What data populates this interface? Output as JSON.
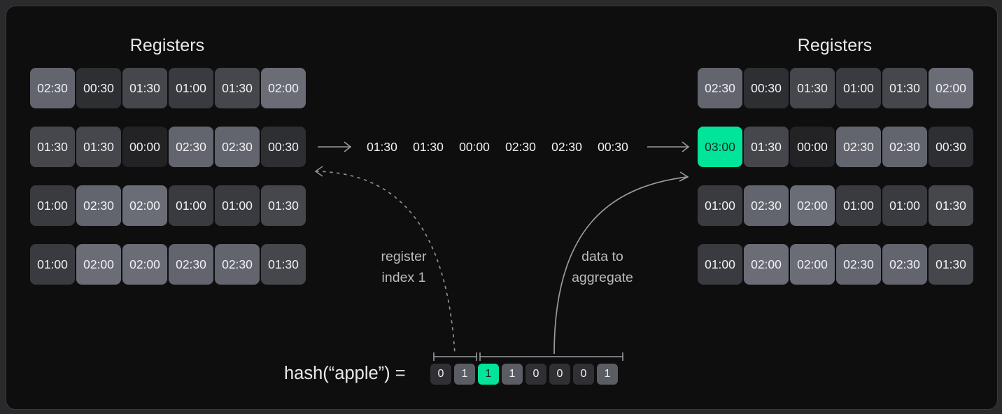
{
  "panel": {
    "background": "#0e0e0f",
    "accent": "#00e599"
  },
  "left_registers": {
    "title": "Registers",
    "rows": [
      [
        "02:30",
        "00:30",
        "01:30",
        "01:00",
        "01:30",
        "02:00"
      ],
      [
        "01:30",
        "01:30",
        "00:00",
        "02:30",
        "02:30",
        "00:30"
      ],
      [
        "01:00",
        "02:30",
        "02:00",
        "01:00",
        "01:00",
        "01:30"
      ],
      [
        "01:00",
        "02:00",
        "02:00",
        "02:30",
        "02:30",
        "01:30"
      ]
    ],
    "highlight": null
  },
  "right_registers": {
    "title": "Registers",
    "rows": [
      [
        "02:30",
        "00:30",
        "01:30",
        "01:00",
        "01:30",
        "02:00"
      ],
      [
        "03:00",
        "01:30",
        "00:00",
        "02:30",
        "02:30",
        "00:30"
      ],
      [
        "01:00",
        "02:30",
        "02:00",
        "01:00",
        "01:00",
        "01:30"
      ],
      [
        "01:00",
        "02:00",
        "02:00",
        "02:30",
        "02:30",
        "01:30"
      ]
    ],
    "highlight": {
      "row": 1,
      "col": 0,
      "value": "03:00",
      "color": "#00e599"
    }
  },
  "mid_row": {
    "values": [
      "01:30",
      "01:30",
      "00:00",
      "02:30",
      "02:30",
      "00:30"
    ]
  },
  "callouts": {
    "register_index": "register\nindex 1",
    "register_index_line1": "register",
    "register_index_line2": "index 1",
    "data_to_aggregate_line1": "data to",
    "data_to_aggregate_line2": "aggregate"
  },
  "hash": {
    "label": "hash(“apple”) =",
    "bits": [
      "0",
      "1",
      "1",
      "1",
      "0",
      "0",
      "0",
      "1"
    ],
    "highlight_index": 2,
    "index_bracket_bits": [
      0,
      1
    ],
    "data_bracket_bits": [
      2,
      3,
      4,
      5,
      6,
      7
    ]
  },
  "icons": {
    "arrow_right": "arrow-right-icon",
    "arrow_left_dashed": "arrow-left-dashed-icon",
    "curve_solid": "curve-connector-icon",
    "curve_dashed": "curve-connector-dashed-icon"
  }
}
